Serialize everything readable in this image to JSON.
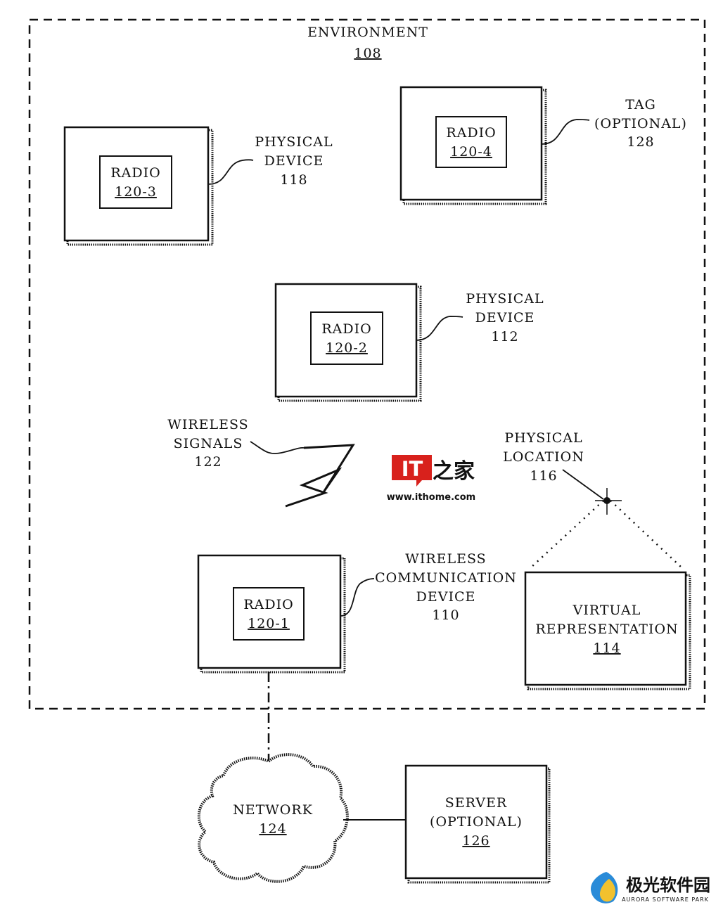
{
  "environment": {
    "label": "ENVIRONMENT",
    "ref": "108"
  },
  "physical_device_118": {
    "line1": "PHYSICAL",
    "line2": "DEVICE",
    "ref": "118"
  },
  "radio_120_3": {
    "label": "RADIO",
    "ref": "120-3"
  },
  "radio_120_4": {
    "label": "RADIO",
    "ref": "120-4"
  },
  "tag_128": {
    "line1": "TAG",
    "line2": "(OPTIONAL)",
    "ref": "128"
  },
  "radio_120_2": {
    "label": "RADIO",
    "ref": "120-2"
  },
  "physical_device_112": {
    "line1": "PHYSICAL",
    "line2": "DEVICE",
    "ref": "112"
  },
  "wireless_signals_122": {
    "line1": "WIRELESS",
    "line2": "SIGNALS",
    "ref": "122"
  },
  "physical_location_116": {
    "line1": "PHYSICAL",
    "line2": "LOCATION",
    "ref": "116"
  },
  "radio_120_1": {
    "label": "RADIO",
    "ref": "120-1"
  },
  "wireless_comm_device_110": {
    "line1": "WIRELESS",
    "line2": "COMMUNICATION",
    "line3": "DEVICE",
    "ref": "110"
  },
  "virtual_representation_114": {
    "line1": "VIRTUAL",
    "line2": "REPRESENTATION",
    "ref": "114"
  },
  "network_124": {
    "label": "NETWORK",
    "ref": "124"
  },
  "server_126": {
    "line1": "SERVER",
    "line2": "(OPTIONAL)",
    "ref": "126"
  },
  "watermark_ithome": {
    "logo": "IT之家",
    "url": "www.ithome.com"
  },
  "watermark_aurora": {
    "name": "极光软件园",
    "tagline": "AURORA SOFTWARE PARK"
  },
  "colors": {
    "ink": "#111111",
    "ithome_red": "#d8211c",
    "aurora_blue": "#2a8bd8",
    "aurora_yellow": "#f2c12e"
  }
}
